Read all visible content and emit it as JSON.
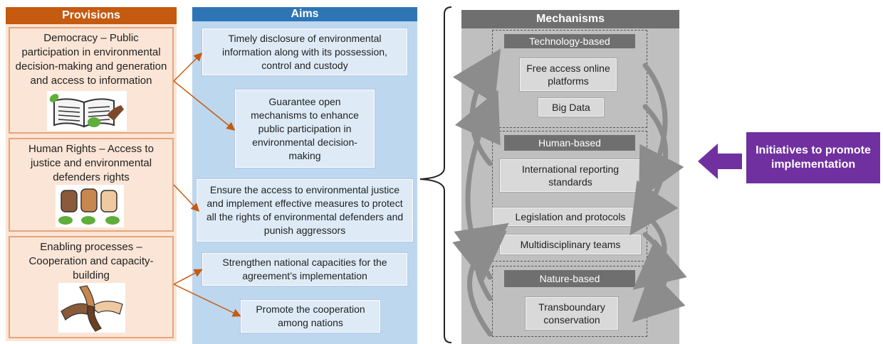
{
  "provisions": {
    "header": "Provisions",
    "items": [
      {
        "text": "Democracy – Public participation in environmental decision-making and generation and access to information"
      },
      {
        "text": "Human Rights – Access to justice and environmental defenders rights"
      },
      {
        "text": "Enabling processes – Cooperation and capacity-building"
      }
    ]
  },
  "aims": {
    "header": "Aims",
    "items": [
      {
        "text": "Timely disclosure of environmental information along with its possession, control and custody"
      },
      {
        "text": "Guarantee open mechanisms to enhance public participation in environmental decision-making"
      },
      {
        "text": "Ensure the access to environmental justice and implement effective measures to protect all the rights of environmental defenders and punish aggressors"
      },
      {
        "text": "Strengthen national capacities for the agreement’s implementation"
      },
      {
        "text": "Promote the cooperation among nations"
      }
    ]
  },
  "mechanisms": {
    "header": "Mechanisms",
    "groups": [
      {
        "label": "Technology-based",
        "items": [
          "Free access online platforms",
          "Big Data"
        ]
      },
      {
        "label": "Human-based",
        "items": [
          "International reporting standards",
          "Legislation and protocols",
          "Multidisciplinary teams"
        ]
      },
      {
        "label": "Nature-based",
        "items": [
          "Transboundary conservation"
        ]
      }
    ]
  },
  "initiatives": {
    "text": "Initiatives to promote implementation"
  },
  "colors": {
    "provisions_accent": "#c55a11",
    "aims_accent": "#2e75b6",
    "mechanisms_accent": "#6f6f6f",
    "initiatives_accent": "#7030a0"
  },
  "icons": [
    "book-with-leaves-icon",
    "raised-fists-icon",
    "joined-hands-icon",
    "curved-arrow-icon",
    "left-arrow-icon"
  ]
}
